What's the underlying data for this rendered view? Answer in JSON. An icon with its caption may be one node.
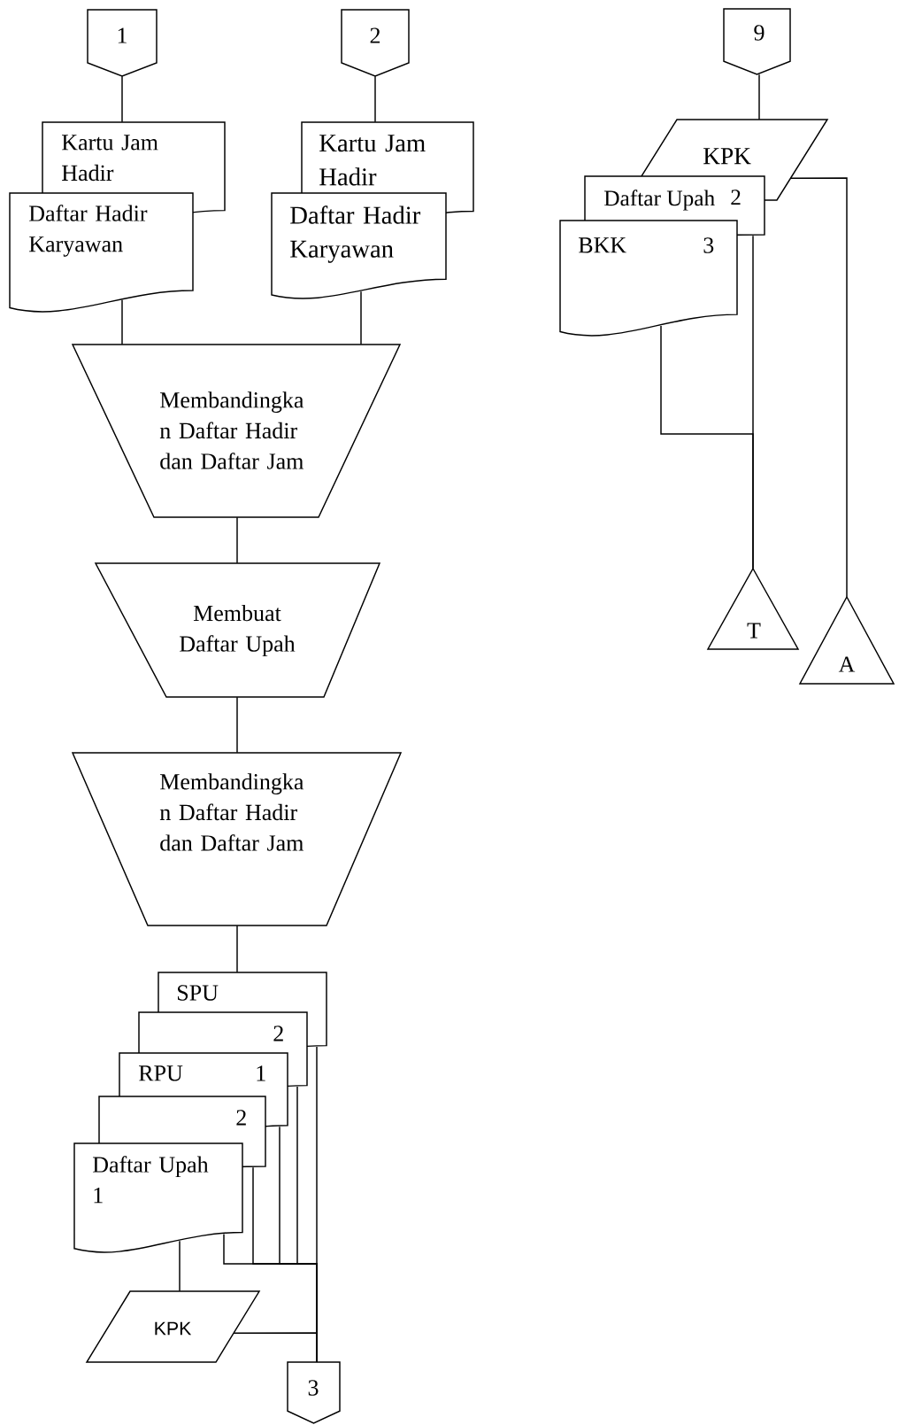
{
  "diagram": {
    "nodes": [
      {
        "text": [
          "1"
        ]
      },
      {
        "text": [
          "Kartu Jam Hadir"
        ]
      },
      {
        "text": [
          "Daftar Hadir Karyawan"
        ]
      },
      {
        "text": [
          "2"
        ]
      },
      {
        "text": [
          "Kartu Jam Hadir"
        ]
      },
      {
        "text": [
          "Daftar Hadir Karyawan"
        ]
      },
      {
        "text": [
          "Membandingka n Daftar Hadir dan Daftar Jam"
        ]
      },
      {
        "text": [
          "Membuat Daftar Upah"
        ]
      },
      {
        "text": [
          "Membandingka n Daftar Hadir dan Daftar Jam"
        ]
      },
      {
        "text": [
          "SPU"
        ]
      },
      {
        "text": [
          "2"
        ]
      },
      {
        "text": [
          "RPU",
          "1"
        ]
      },
      {
        "text": [
          "2"
        ]
      },
      {
        "text": [
          "Daftar Upah 1"
        ]
      },
      {
        "text": [
          "KPK"
        ]
      },
      {
        "text": [
          "3"
        ]
      },
      {
        "text": [
          "9"
        ]
      },
      {
        "text": [
          "KPK"
        ]
      },
      {
        "text": [
          "Daftar Upah",
          "2"
        ]
      },
      {
        "text": [
          "BKK",
          "3"
        ]
      },
      {
        "text": [
          "T"
        ]
      },
      {
        "text": [
          "A"
        ]
      }
    ],
    "edges": [
      {
        "from": 0,
        "to": 1,
        "arrow": "none"
      },
      {
        "from": 3,
        "to": 4,
        "arrow": "none"
      },
      {
        "from": 2,
        "to": 6,
        "arrow": "none"
      },
      {
        "from": 5,
        "to": 6,
        "arrow": "none"
      },
      {
        "from": 6,
        "to": 7,
        "arrow": "none"
      },
      {
        "from": 7,
        "to": 8,
        "arrow": "none"
      },
      {
        "from": 8,
        "to": 9,
        "arrow": "none"
      },
      {
        "from": 9,
        "to": 15,
        "arrow": "none"
      },
      {
        "from": 10,
        "to": 15,
        "arrow": "none"
      },
      {
        "from": 11,
        "to": 15,
        "arrow": "none"
      },
      {
        "from": 12,
        "to": 15,
        "arrow": "none"
      },
      {
        "from": 13,
        "to": 15,
        "arrow": "none"
      },
      {
        "from": 13,
        "to": 14,
        "arrow": "none"
      },
      {
        "from": 14,
        "to": 15,
        "arrow": "none"
      },
      {
        "from": 16,
        "to": 17,
        "arrow": "none"
      },
      {
        "from": 18,
        "to": 20,
        "arrow": "none"
      },
      {
        "from": 19,
        "to": 20,
        "arrow": "none"
      },
      {
        "from": 17,
        "to": 21,
        "arrow": "none"
      }
    ]
  }
}
